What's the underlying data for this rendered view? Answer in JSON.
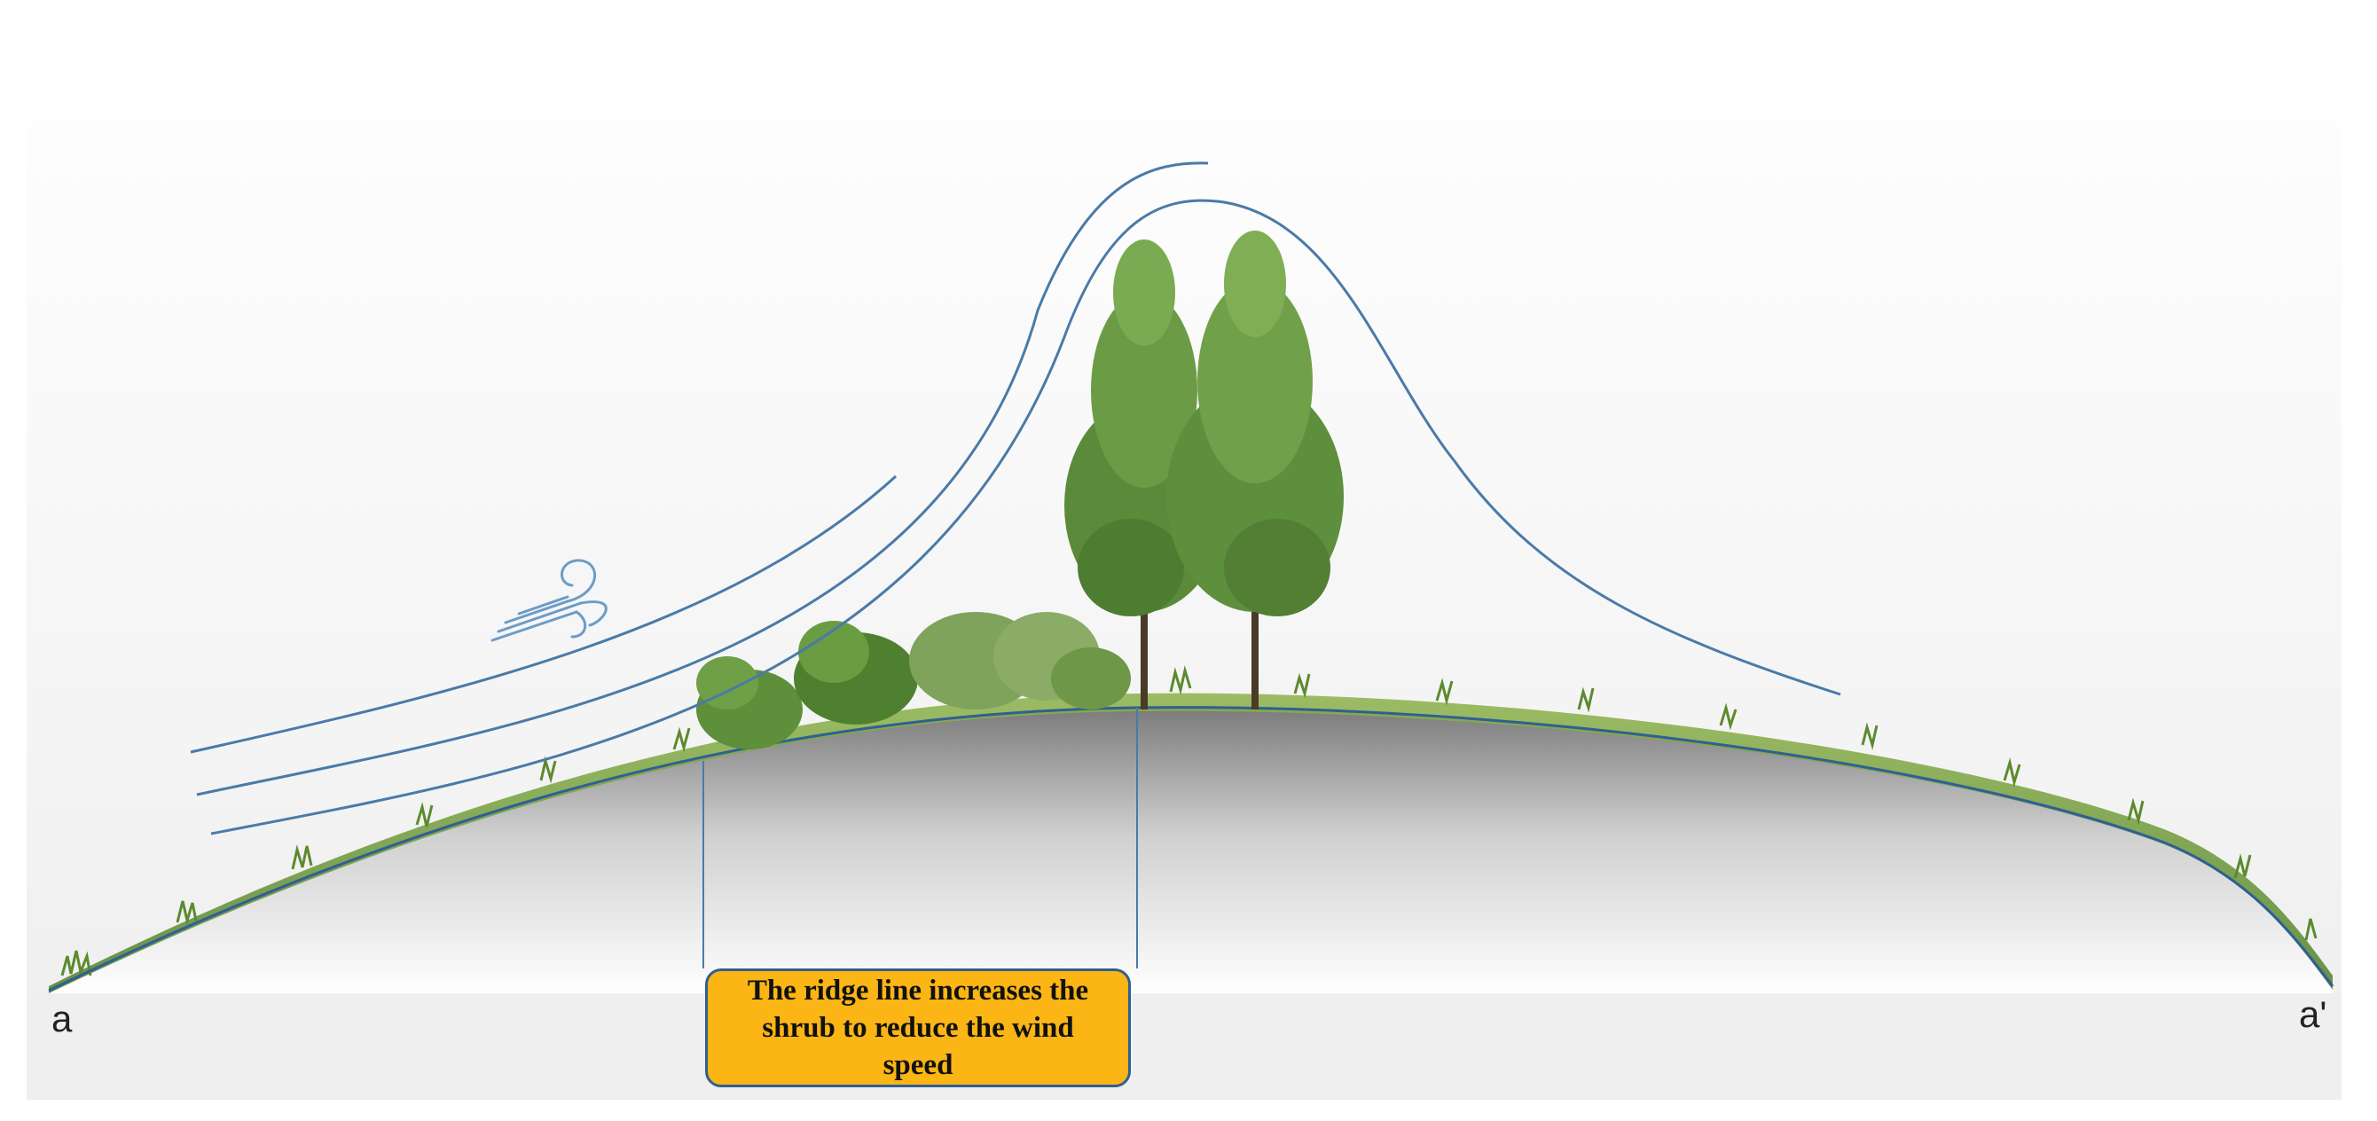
{
  "labels": {
    "start": "a",
    "end": "a'"
  },
  "callout": {
    "text": "The ridge line increases the shrub to reduce the wind speed"
  },
  "icons": {
    "wind": "wind-icon",
    "trees": "tall-tree-icon",
    "shrubs": "shrub-icon"
  },
  "colors": {
    "wind_line": "#4a7aa8",
    "ridge_line": "#2f5f95",
    "callout_fill": "#fbb514",
    "grass": "#6f9a3a",
    "tree": "#5f8f3e"
  }
}
